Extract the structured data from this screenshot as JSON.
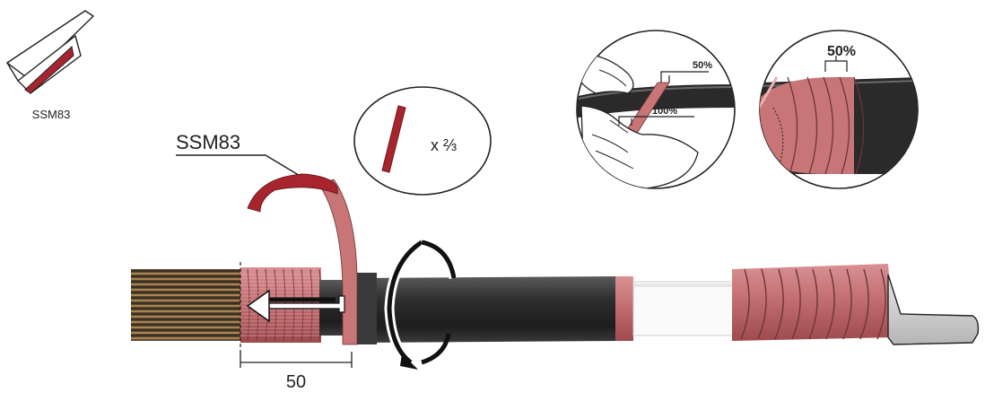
{
  "labels": {
    "product_icon": "SSM83",
    "tape_callout": "SSM83",
    "multiplier": "x ⅔",
    "overlap_top": "50%",
    "overlap_full": "100%",
    "overlap_detail": "50%",
    "dimension": "50"
  },
  "colors": {
    "tape": "#c77577",
    "tape_dark": "#a8242e",
    "jacket": "#2b2b2b",
    "wire": "#8a6a3e",
    "lug": "#d3d3d3"
  }
}
